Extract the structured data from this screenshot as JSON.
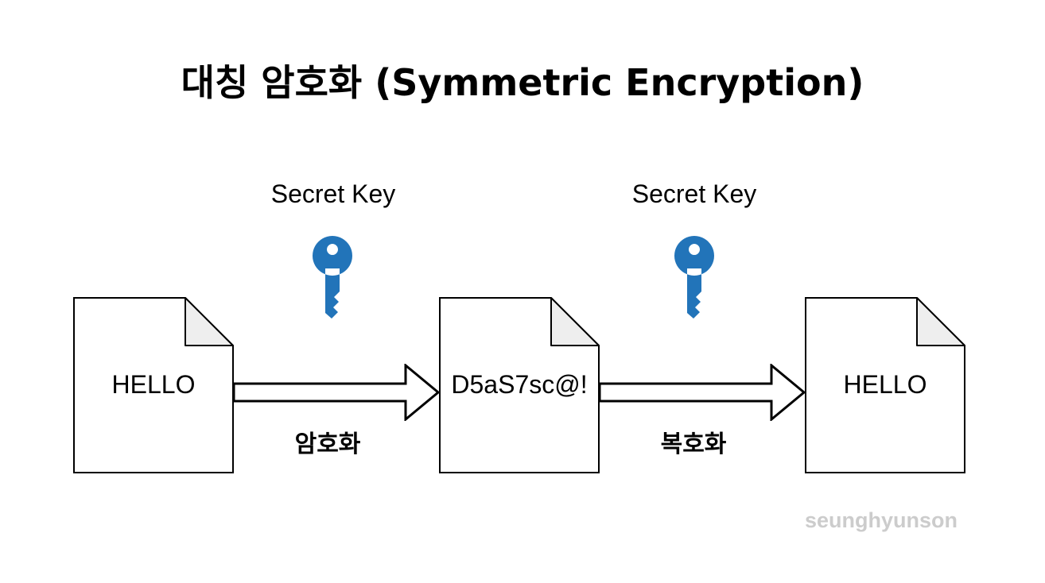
{
  "title": "대칭 암호화 (Symmetric Encryption)",
  "keys": [
    {
      "label": "Secret Key",
      "icon": "key-icon"
    },
    {
      "label": "Secret Key",
      "icon": "key-icon"
    }
  ],
  "documents": [
    {
      "text": "HELLO"
    },
    {
      "text": "D5aS7sc@!"
    },
    {
      "text": "HELLO"
    }
  ],
  "steps": [
    {
      "label": "암호화"
    },
    {
      "label": "복호화"
    }
  ],
  "watermark": "seunghyunson",
  "colors": {
    "key": "#2274B9",
    "doc_fold": "#EEEEEE",
    "stroke": "#000000",
    "watermark": "#CCCCCC"
  }
}
